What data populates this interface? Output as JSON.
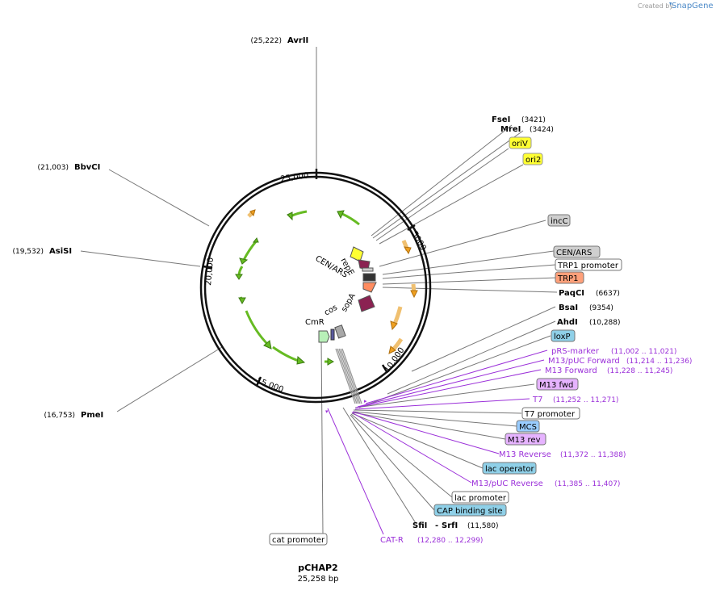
{
  "credit": {
    "created_by": "Created by",
    "brand": "SnapGene"
  },
  "plasmid": {
    "name": "pCHAP2",
    "length": "25,258 bp"
  },
  "ticks": [
    "5000",
    "10,000",
    "15,000",
    "20,000",
    "25,000"
  ],
  "inner_labels": [
    "CEN/ARS",
    "repE",
    "sopA",
    "cos",
    "CmR"
  ],
  "enzymes": [
    {
      "name": "AvrII",
      "pos": "(25,222)"
    },
    {
      "name": "BbvCI",
      "pos": "(21,003)"
    },
    {
      "name": "AsiSI",
      "pos": "(19,532)"
    },
    {
      "name": "PmeI",
      "pos": "(16,753)"
    },
    {
      "name": "FseI",
      "pos": "(3421)"
    },
    {
      "name": "MreI",
      "pos": "(3424)"
    },
    {
      "name": "PaqCI",
      "pos": "(6637)"
    },
    {
      "name": "BsaI",
      "pos": "(9354)"
    },
    {
      "name": "AhdI",
      "pos": "(10,288)"
    },
    {
      "name": "SfiI",
      "pos": ""
    },
    {
      "name": "SrfI",
      "pos": "(11,580)"
    }
  ],
  "features": [
    {
      "name": "oriV",
      "color": "#ffff33"
    },
    {
      "name": "ori2",
      "color": "#ffff33"
    },
    {
      "name": "incC",
      "color": "#cfcfcf"
    },
    {
      "name": "CEN/ARS",
      "color": "#cfcfcf"
    },
    {
      "name": "TRP1 promoter",
      "color": "#ffffff"
    },
    {
      "name": "TRP1",
      "color": "#ffa07a"
    },
    {
      "name": "loxP",
      "color": "#8fd0e8"
    },
    {
      "name": "M13 fwd",
      "color": "#e6b3ff"
    },
    {
      "name": "T7 promoter",
      "color": "#ffffff"
    },
    {
      "name": "MCS",
      "color": "#99ccff"
    },
    {
      "name": "M13 rev",
      "color": "#e6b3ff"
    },
    {
      "name": "lac operator",
      "color": "#8fd0e8"
    },
    {
      "name": "lac promoter",
      "color": "#ffffff"
    },
    {
      "name": "CAP binding site",
      "color": "#8fd0e8"
    },
    {
      "name": "cat promoter",
      "color": "#ffffff"
    }
  ],
  "primers": [
    {
      "name": "pRS-marker",
      "range": "(11,002 .. 11,021)"
    },
    {
      "name": "M13/pUC Forward",
      "range": "(11,214 .. 11,236)"
    },
    {
      "name": "M13 Forward",
      "range": "(11,228 .. 11,245)"
    },
    {
      "name": "T7",
      "range": "(11,252 .. 11,271)"
    },
    {
      "name": "M13 Reverse",
      "range": "(11,372 .. 11,388)"
    },
    {
      "name": "M13/pUC Reverse",
      "range": "(11,385 .. 11,407)"
    },
    {
      "name": "CAT-R",
      "range": "(12,280 .. 12,299)"
    }
  ],
  "colors": {
    "primer": "#9b30d9",
    "orf_green": "#66bb22",
    "orf_orange": "#f0a020"
  }
}
